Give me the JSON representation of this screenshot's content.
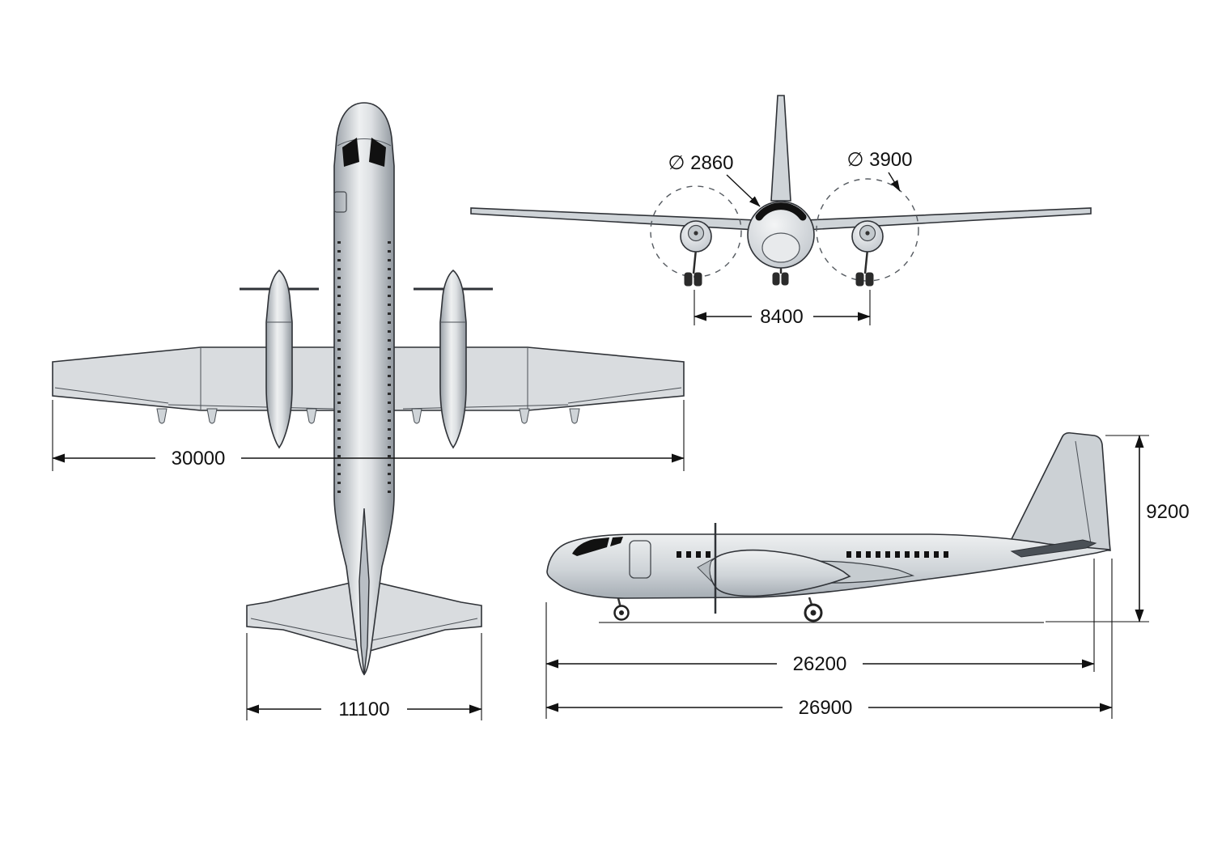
{
  "colors": {
    "background": "#ffffff",
    "outline": "#2f3237",
    "dimension": "#111111",
    "body_light": "#f0f1f2",
    "body_mid": "#cdd2d6",
    "body_dark": "#9aa1a8"
  },
  "dimensions": {
    "wingspan": "30000",
    "tailplane_span": "11100",
    "fuselage_diameter": "∅ 2860",
    "propeller_diameter": "∅ 3900",
    "engine_spacing": "8400",
    "tail_height": "9200",
    "fuselage_length": "26200",
    "overall_length": "26900"
  }
}
